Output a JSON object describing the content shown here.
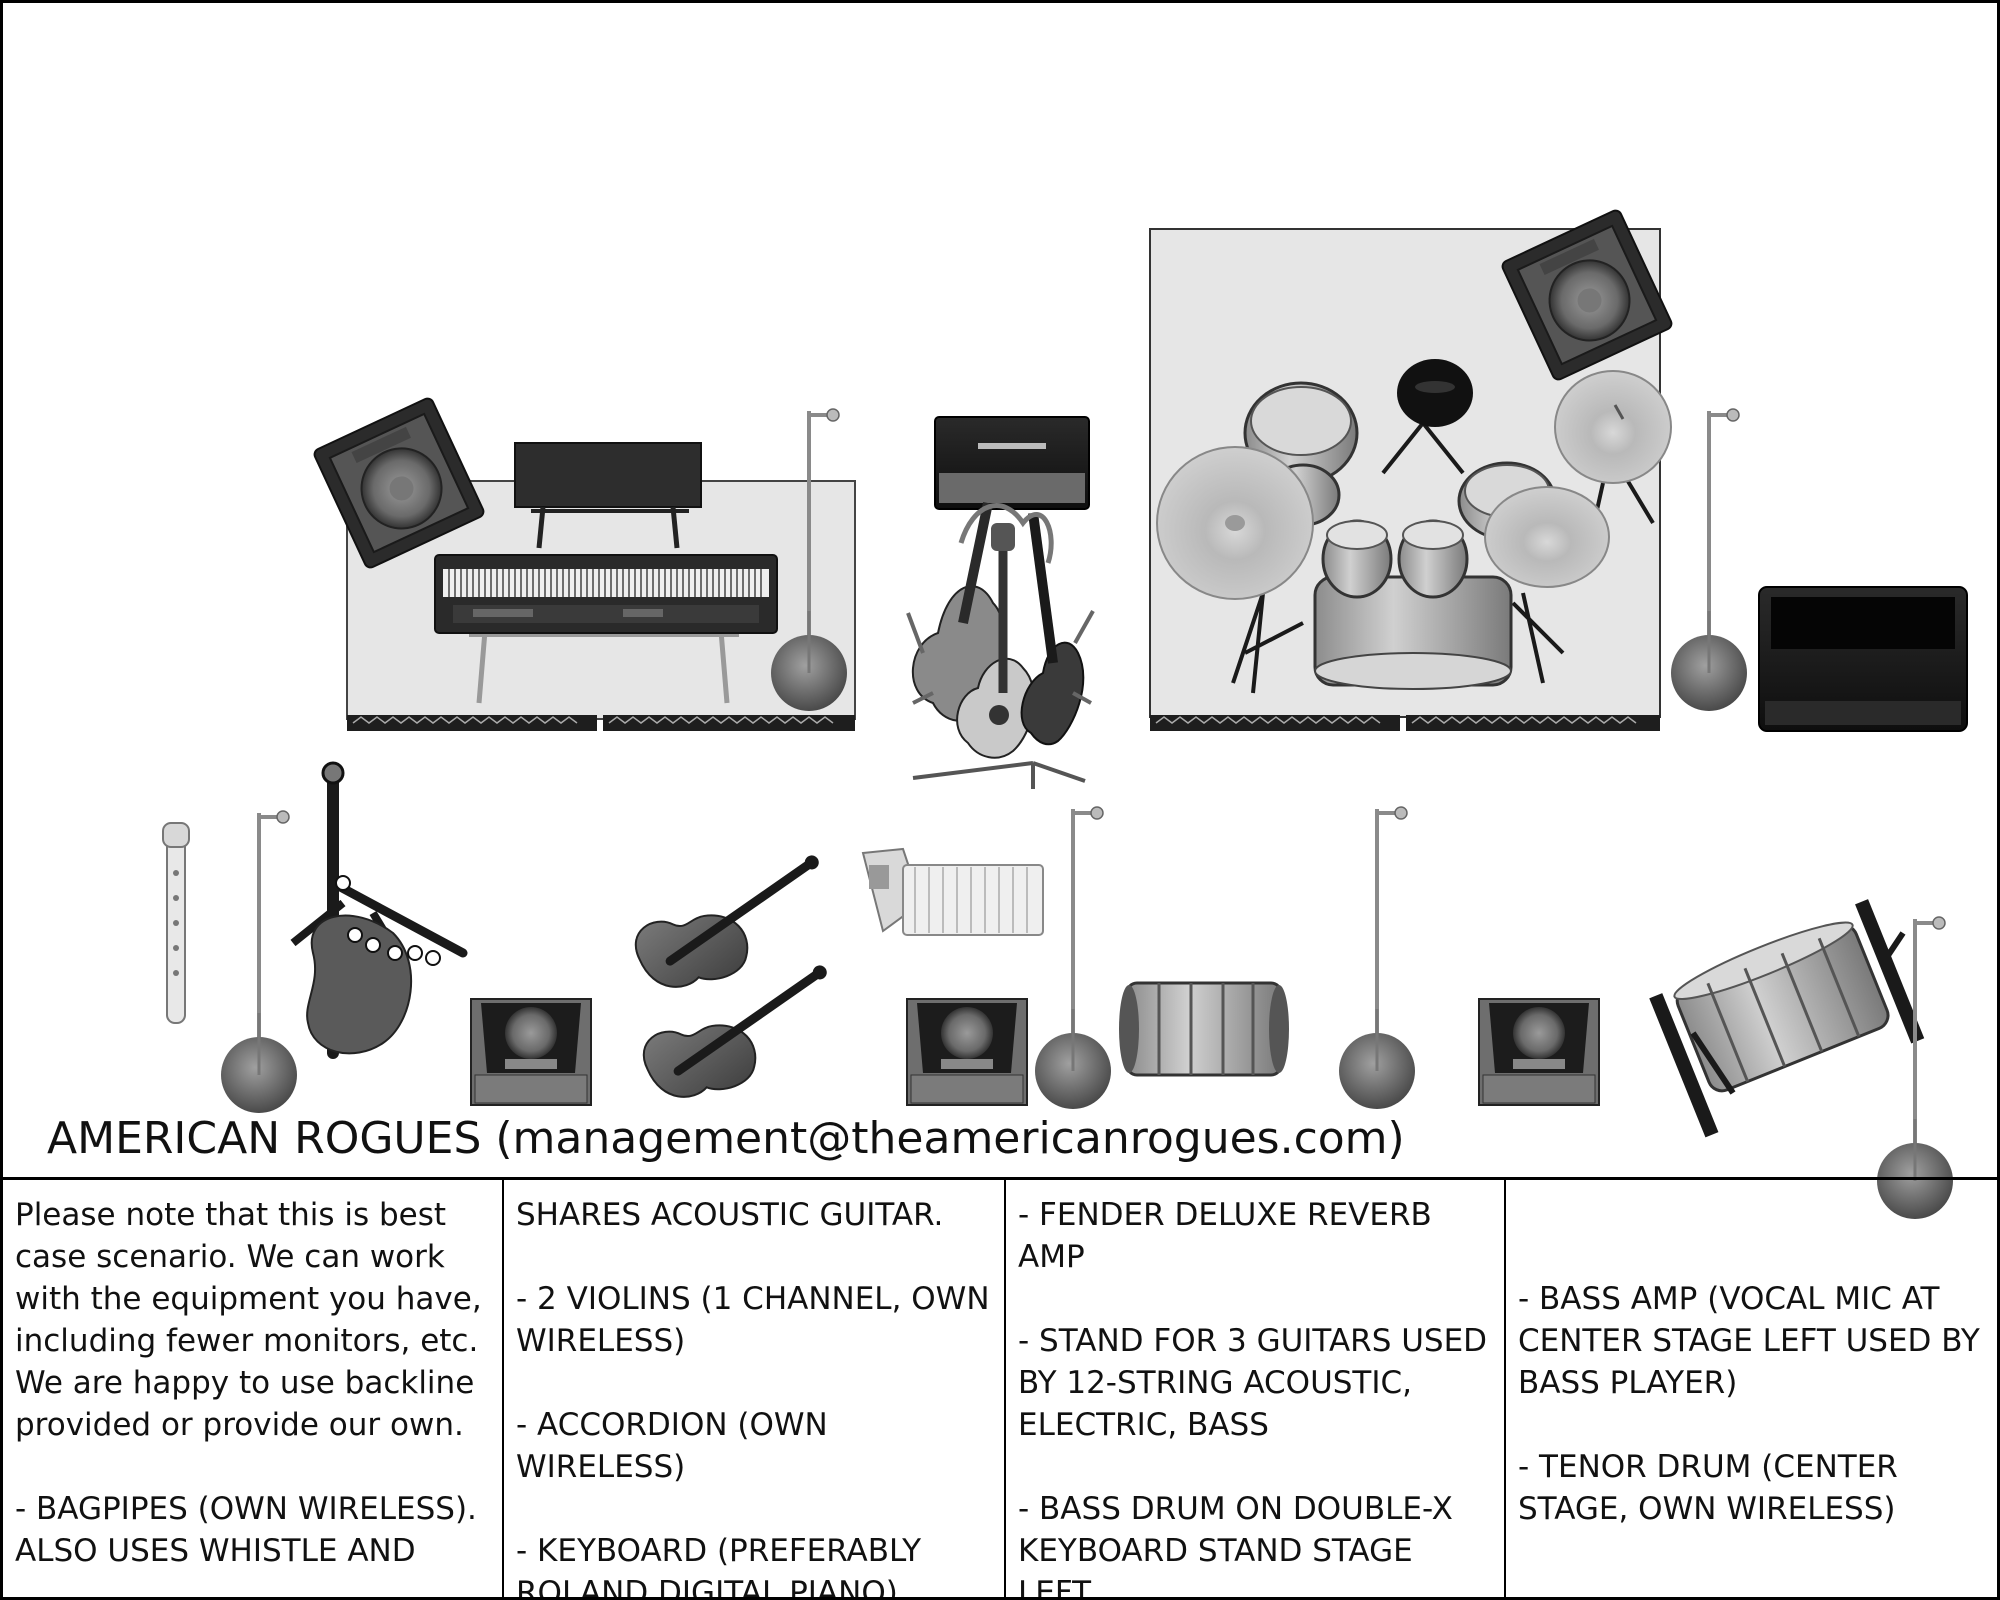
{
  "title": "AMERICAN ROGUES (management@theamericanrogues.com)",
  "notes": [
    {
      "column": 1,
      "paragraphs": [
        "Please note that this is best case scenario.  We can work with the equipment you have, including fewer monitors, etc.  We are happy to use backline provided or provide our own.",
        "- BAGPIPES (OWN WIRELESS). ALSO USES WHISTLE AND"
      ]
    },
    {
      "column": 2,
      "paragraphs": [
        "SHARES ACOUSTIC GUITAR.",
        "- 2 VIOLINS (1 CHANNEL, OWN WIRELESS)",
        "- ACCORDION (OWN WIRELESS)",
        "- KEYBOARD (PREFERABLY ROLAND DIGITAL PIANO)"
      ]
    },
    {
      "column": 3,
      "paragraphs": [
        "- FENDER DELUXE REVERB AMP",
        "- STAND FOR 3 GUITARS USED BY 12-STRING ACOUSTIC, ELECTRIC, BASS",
        "- BASS DRUM ON DOUBLE-X KEYBOARD STAND STAGE LEFT"
      ]
    },
    {
      "column": 4,
      "paragraphs": [
        "",
        "- BASS AMP (VOCAL MIC AT CENTER STAGE LEFT USED BY BASS PLAYER)",
        "- TENOR DRUM (CENTER STAGE, OWN WIRELESS)"
      ]
    }
  ],
  "icons": [
    "stage-riser-icon",
    "monitor-wedge-icon",
    "keyboard-icon",
    "keyboard-stand-icon",
    "mic-stand-icon",
    "guitar-amp-icon",
    "guitar-stand-icon",
    "drum-kit-icon",
    "bass-amp-icon",
    "recorder-icon",
    "bagpipes-icon",
    "violin-icon",
    "accordion-icon",
    "floor-monitor-icon",
    "bass-drum-icon",
    "tenor-drum-icon"
  ]
}
